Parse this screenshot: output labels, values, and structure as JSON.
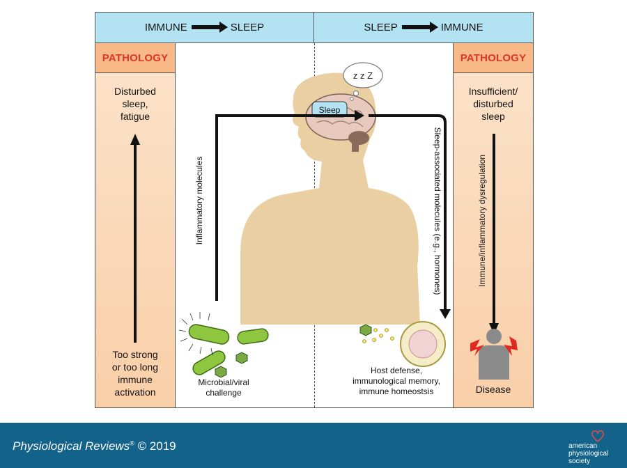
{
  "header": {
    "left": {
      "from": "IMMUNE",
      "to": "SLEEP"
    },
    "right": {
      "from": "SLEEP",
      "to": "IMMUNE"
    }
  },
  "left_panel": {
    "title": "PATHOLOGY",
    "top_text": [
      "Disturbed",
      "sleep,",
      "fatigue"
    ],
    "bottom_text": [
      "Too strong",
      "or too long",
      "immune",
      "activation"
    ]
  },
  "right_panel": {
    "title": "PATHOLOGY",
    "top_text": [
      "Insufficient/",
      "disturbed",
      "sleep"
    ],
    "vertical_label": "Immune/inflammatory dysregulation",
    "bottom_text": "Disease"
  },
  "center": {
    "brain_label": "Sleep",
    "snore": "z z Z",
    "left_arrow_label": "Inflammatory molecules",
    "right_arrow_label": "Sleep-associated molecules (e.g., hormones)",
    "microbe_label": [
      "Microbial/viral",
      "challenge"
    ],
    "host_label": [
      "Host defense,",
      "immunological memory,",
      "immune homeostsis"
    ]
  },
  "footer": {
    "journal": "Physiological Reviews",
    "reg": "®",
    "year": "© 2019",
    "society": [
      "american",
      "physiological",
      "society"
    ]
  },
  "colors": {
    "header_bg": "#b3e3f3",
    "pathology_title": "#d9362a",
    "pathology_bg": "#f9cfa8",
    "body_skin": "#e9cfa2",
    "footer_bg": "#12628a"
  }
}
